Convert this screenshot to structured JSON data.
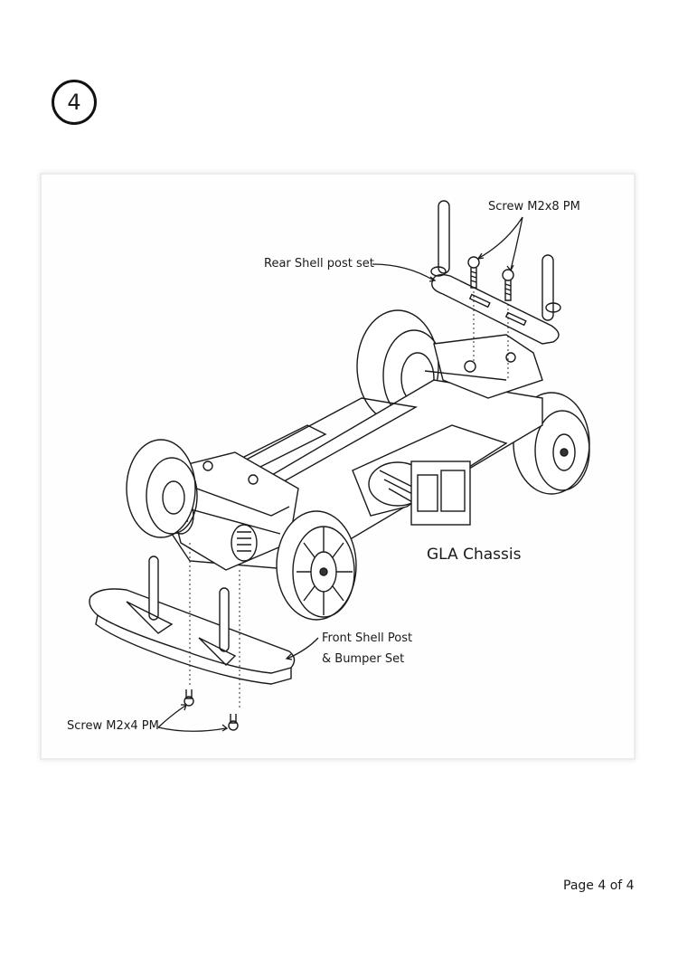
{
  "step": {
    "number": "4"
  },
  "diagram": {
    "title_label": "GLA Chassis",
    "callouts": {
      "rear_screw": "Screw M2x8 PM",
      "rear_post": "Rear Shell post set",
      "front_post_line1": "Front Shell Post",
      "front_post_line2": "& Bumper Set",
      "front_screw": "Screw M2x4 PM"
    }
  },
  "footer": {
    "page": "Page 4 of 4"
  }
}
